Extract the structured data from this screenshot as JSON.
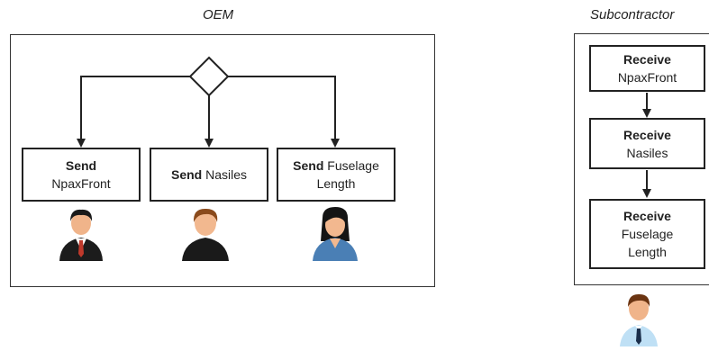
{
  "oem": {
    "title": "OEM",
    "tasks": [
      {
        "verb": "Send",
        "object": "NpaxFront"
      },
      {
        "verb": "Send",
        "object": "Nasiles"
      },
      {
        "verb": "Send",
        "object": "Fuselage Length"
      }
    ],
    "actors": [
      "businessman-actor-icon",
      "man-actor-icon",
      "woman-actor-icon"
    ]
  },
  "subcontractor": {
    "title": "Subcontractor",
    "tasks": [
      {
        "verb": "Receive",
        "object": "NpaxFront"
      },
      {
        "verb": "Receive",
        "object": "Nasiles"
      },
      {
        "verb": "Receive",
        "object": "Fuselage Length"
      }
    ],
    "actor": "businessman-actor-icon"
  }
}
